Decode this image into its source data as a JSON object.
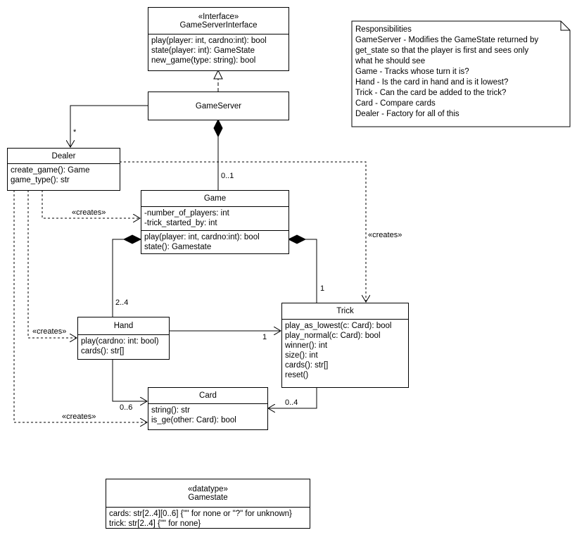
{
  "interface": {
    "stereotype": "«Interface»",
    "name": "GameServerInterface",
    "methods": [
      "play(player: int, cardno:int): bool",
      "state(player: int): GameState",
      "new_game(type: string): bool"
    ]
  },
  "gameserver": {
    "name": "GameServer"
  },
  "dealer": {
    "name": "Dealer",
    "methods": [
      "create_game(): Game",
      "game_type(): str"
    ]
  },
  "game": {
    "name": "Game",
    "attributes": [
      "-number_of_players: int",
      "-trick_started_by: int"
    ],
    "methods": [
      "play(player: int, cardno:int): bool",
      "state(): Gamestate"
    ]
  },
  "hand": {
    "name": "Hand",
    "methods": [
      "play(cardno: int: bool)",
      "cards(): str[]"
    ]
  },
  "trick": {
    "name": "Trick",
    "methods": [
      "play_as_lowest(c: Card): bool",
      "play_normal(c: Card): bool",
      "winner(): int",
      "size(): int",
      "cards(): str[]",
      "reset()"
    ]
  },
  "card": {
    "name": "Card",
    "methods": [
      "string(): str",
      "is_ge(other: Card): bool"
    ]
  },
  "gamestate": {
    "stereotype": "«datatype»",
    "name": "Gamestate",
    "attributes": [
      "cards: str[2..4][0..6] {\"\" for none or \"?\" for unknown}",
      "trick: str[2..4] {\"\" for none}"
    ]
  },
  "note": {
    "lines": [
      "Responsibilities",
      "GameServer - Modifies the GameState returned by",
      "get_state so that the player is first and sees only",
      "what he should see",
      "Game - Tracks whose turn it is?",
      "Hand - Is the card in hand and is it lowest?",
      "Trick - Can the card be added to the trick?",
      "Card - Compare cards",
      "Dealer - Factory for all of this"
    ]
  },
  "labels": {
    "dealer_mult": "*",
    "game_mult": "0..1",
    "creates_game": "«creates»",
    "creates_trick": "«creates»",
    "creates_hand": "«creates»",
    "creates_card": "«creates»",
    "hand_mult": "2..4",
    "trick_mult": "1",
    "hand_trick_mult": "1",
    "card_from_hand": "0..6",
    "card_from_trick": "0..4"
  }
}
